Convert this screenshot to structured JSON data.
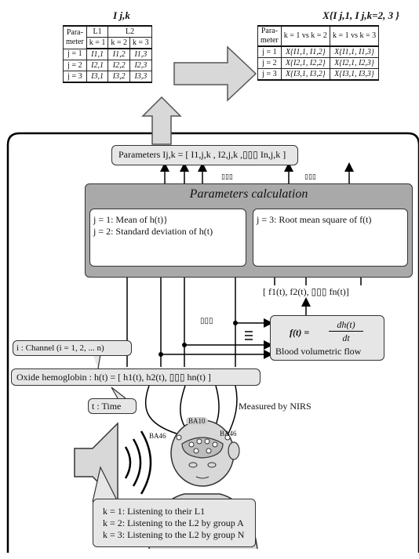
{
  "left_table": {
    "title": "I j,k",
    "header_row1": [
      "Para-",
      "L1",
      "L2"
    ],
    "header_row2": [
      "meter",
      "k = 1",
      "k = 2",
      "k = 3"
    ],
    "rows": [
      [
        "j = 1",
        "I1,1",
        "I1,2",
        "I1,3"
      ],
      [
        "j = 2",
        "I2,1",
        "I2,2",
        "I2,3"
      ],
      [
        "j = 3",
        "I3,1",
        "I3,2",
        "I3,3"
      ]
    ]
  },
  "right_table": {
    "title": "X{I j,1, I j,k=2, 3 }",
    "header_row1": [
      "Para-",
      "k = 1 vs k = 2",
      "k = 1 vs k = 3"
    ],
    "header_row2": [
      "meter"
    ],
    "rows": [
      [
        "j = 1",
        "X{I1,1, I1,2}",
        "X{I1,1, I1,3}"
      ],
      [
        "j = 2",
        "X{I2,1, I2,2}",
        "X{I2,1, I2,3}"
      ],
      [
        "j = 3",
        "X{I3,1, I3,2}",
        "X{I3,1, I3,3}"
      ]
    ]
  },
  "parameters_box": "Parameters Ij,k = [ I1,j,k , I2,j,k ,▯▯▯ In,j,k ]",
  "calc_box": {
    "title": "Parameters calculation",
    "left_line1": "j = 1: Mean of h(t)}",
    "left_line2": "j = 2: Standard deviation of h(t)",
    "right_line1": "j = 3: Root mean square of f(t)"
  },
  "f_list": "[ f1(t), f2(t), ▯▯▯ fn(t)]",
  "dots_mid": "▯▯▯",
  "flow_box": {
    "lhs": "f(t) =",
    "num": "dh(t)",
    "den": "dt",
    "caption": "Blood volumetric flow"
  },
  "channel_box": "i : Channel (i = 1, 2, ...  n)",
  "oxide_box": "Oxide hemoglobin : h(t) = [ h1(t), h2(t), ▯▯▯ hn(t) ]",
  "time_box": "t : Time",
  "nirs_label": "Measured by NIRS",
  "head_labels": {
    "ba10": "BA10",
    "ba46_left": "BA46",
    "ba46_right": "BA46"
  },
  "condition_box": [
    "k = 1: Listening to their L1",
    "k = 2: Listening to the L2 by group A",
    "k = 3: Listening to the L2 by group N"
  ]
}
